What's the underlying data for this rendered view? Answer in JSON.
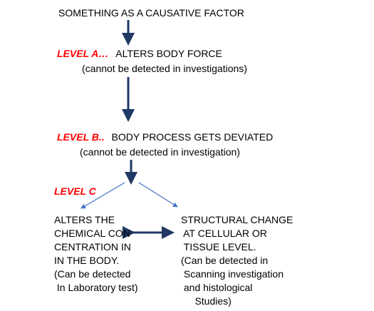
{
  "top": {
    "text": "SOMETHING AS A CAUSATIVE FACTOR"
  },
  "level_a": {
    "label": "LEVEL A…",
    "text": "ALTERS BODY FORCE",
    "note": "(cannot be detected in investigations)"
  },
  "level_b": {
    "label": "LEVEL B",
    "label_suffix": "..",
    "text": "BODY PROCESS GETS DEVIATED",
    "note": "(cannot be detected in investigation)"
  },
  "level_c": {
    "label": "LEVEL C"
  },
  "left_branch": {
    "lines": [
      "ALTERS THE",
      "CHEMICAL CON",
      "CENTRATION IN",
      "IN THE BODY.",
      "(Can be detected",
      " In Laboratory test)"
    ]
  },
  "right_branch": {
    "lines": [
      "STRUCTURAL CHANGE",
      " AT CELLULAR OR",
      " TISSUE LEVEL.",
      "(Can be detected in",
      " Scanning investigation",
      " and histological",
      "     Studies)"
    ]
  },
  "colors": {
    "level_label": "#ff0000",
    "arrow": "#1f3864",
    "branch_arrow": "#4472c4"
  }
}
